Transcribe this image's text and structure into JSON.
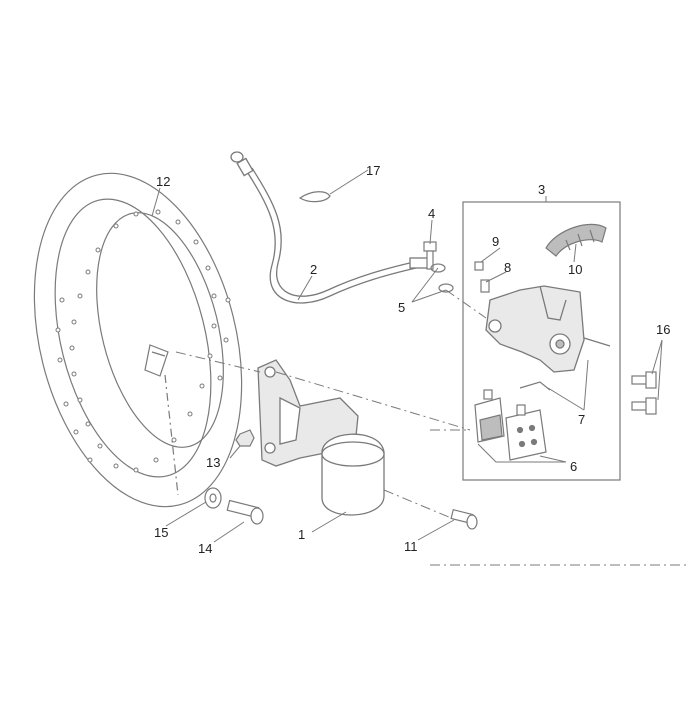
{
  "colors": {
    "line": "#7a7a7a",
    "label": "#222222",
    "fill_light": "#e9e9e9",
    "fill_dark": "#bdbdbd",
    "background": "#ffffff"
  },
  "callouts": {
    "c1": "1",
    "c2": "2",
    "c3": "3",
    "c4": "4",
    "c5": "5",
    "c6": "6",
    "c7": "7",
    "c8": "8",
    "c9": "9",
    "c10": "10",
    "c11": "11",
    "c12": "12",
    "c13": "13",
    "c14": "14",
    "c15": "15",
    "c16": "16",
    "c17": "17"
  }
}
